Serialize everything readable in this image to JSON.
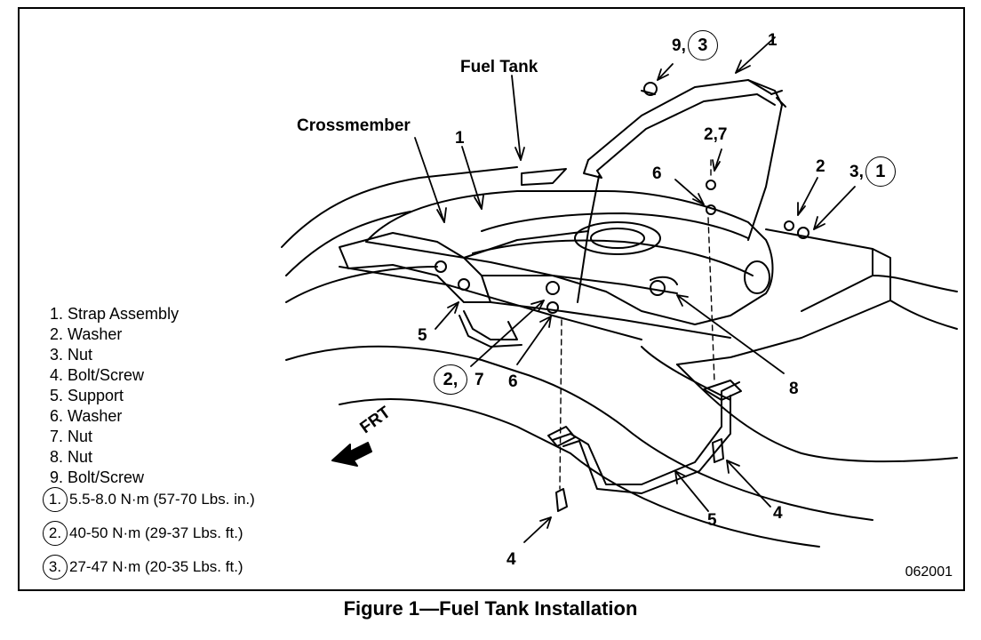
{
  "labels": {
    "fuel_tank": "Fuel Tank",
    "crossmember": "Crossmember",
    "callout_1_top": "1",
    "callout_1_tank": "1",
    "callout_9_3_num": "9,",
    "callout_9_3_circ": "3",
    "callout_2_7_top": "2,7",
    "callout_6_top": "6",
    "callout_2_right": "2",
    "callout_3_1_num": "3,",
    "callout_3_1_circ": "1",
    "callout_5_left": "5",
    "callout_2_7_low_circ": "2,",
    "callout_2_7_low_num": "7",
    "callout_6_low": "6",
    "callout_8": "8",
    "callout_5_bottom": "5",
    "callout_4_left": "4",
    "callout_4_right": "4",
    "frt": "FRT"
  },
  "legend": [
    "1.  Strap Assembly",
    "2.  Washer",
    "3.  Nut",
    "4.  Bolt/Screw",
    "5.  Support",
    "6.  Washer",
    "7.  Nut",
    "8.  Nut",
    "9.  Bolt/Screw"
  ],
  "torque": [
    {
      "num": "1.",
      "text": "5.5-8.0 N·m (57-70 Lbs. in.)"
    },
    {
      "num": "2.",
      "text": "40-50 N·m (29-37 Lbs. ft.)"
    },
    {
      "num": "3.",
      "text": "27-47 N·m (20-35 Lbs. ft.)"
    }
  ],
  "figure_code": "062001",
  "caption": "Figure 1—Fuel Tank Installation"
}
